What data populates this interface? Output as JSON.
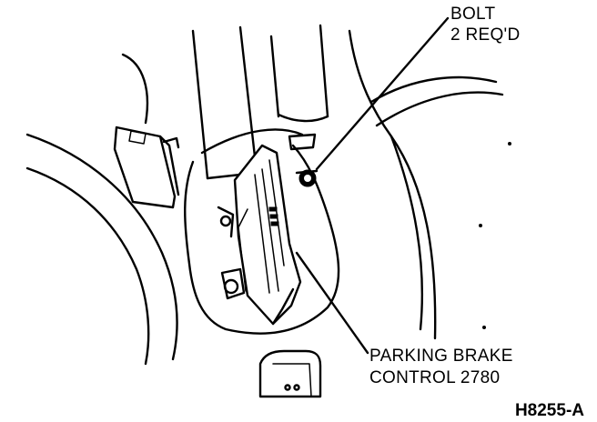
{
  "figure_id": "H8255-A",
  "callouts": {
    "bolt_line1": "BOLT",
    "bolt_line2": "2 REQ'D",
    "brake_line1": "PARKING BRAKE",
    "brake_line2": "CONTROL 2780"
  },
  "colors": {
    "ink": "#000000",
    "paper": "#ffffff"
  }
}
